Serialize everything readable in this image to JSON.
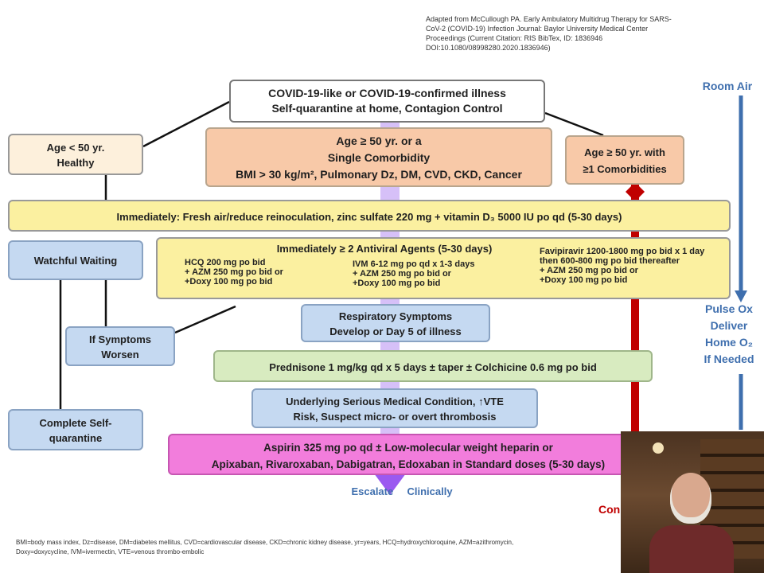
{
  "citation": {
    "lines": [
      "Adapted from McCullough PA.  Early Ambulatory Multidrug Therapy for SARS-",
      "CoV-2 (COVID-19) Infection Journal: Baylor University Medical Center",
      "Proceedings (Current Citation: RIS BibTex, ID: 1836946",
      "DOI:10.1080/08998280.2020.1836946)"
    ]
  },
  "top_box": {
    "line1": "COVID-19-like or COVID-19-confirmed illness",
    "line2": "Self-quarantine at home, Contagion Control"
  },
  "left_branch": {
    "healthy_line1": "Age < 50 yr.",
    "healthy_line2": "Healthy",
    "watchful": "Watchful Waiting",
    "worsen_line1": "If Symptoms",
    "worsen_line2": "Worsen",
    "complete_line1": "Complete Self-",
    "complete_line2": "quarantine"
  },
  "middle_branch": {
    "line1": "Age ≥ 50 yr. or a",
    "line2": "Single Comorbidity",
    "line3": "BMI > 30 kg/m², Pulmonary Dz, DM, CVD, CKD, Cancer"
  },
  "right_branch": {
    "line1": "Age ≥ 50 yr. with",
    "line2": "≥1 Comorbidities"
  },
  "immediate_box": "Immediately:  Fresh air/reduce reinoculation, zinc sulfate 220 mg + vitamin D₃ 5000 IU po qd  (5-30 days)",
  "antiviral": {
    "title": "Immediately ≥ 2 Antiviral Agents (5-30 days)",
    "col1": [
      "HCQ 200 mg po bid",
      "+ AZM 250 mg po bid or",
      "+Doxy 100 mg po bid"
    ],
    "col2": [
      "IVM 6-12 mg po qd x 1-3 days",
      "+ AZM 250 mg po bid or",
      "+Doxy 100 mg po bid"
    ],
    "col3": [
      "Favipiravir 1200-1800 mg po bid x 1 day",
      "then 600-800  mg po bid thereafter",
      "+ AZM 250 mg po bid or",
      "+Doxy 100 mg po bid"
    ]
  },
  "respiratory": {
    "line1": "Respiratory Symptoms",
    "line2": "Develop or Day 5 of illness"
  },
  "prednisone": "Prednisone 1 mg/kg qd x 5 days ± taper ± Colchicine 0.6 mg po bid",
  "underlying": {
    "line1": "Underlying Serious Medical Condition, ↑VTE",
    "line2": "Risk, Suspect micro- or overt thrombosis"
  },
  "aspirin": {
    "line1": "Aspirin 325 mg po qd ± Low-molecular weight heparin or",
    "line2": "Apixaban, Rivaroxaban, Dabigatran, Edoxaban in Standard doses (5-30 days)"
  },
  "escalate": {
    "left": "Escalate",
    "right": "Clinically"
  },
  "side": {
    "room_air": "Room Air",
    "pulse": [
      "Pulse Ox",
      "Deliver",
      "Home O₂",
      "If Needed"
    ],
    "con": "Con"
  },
  "footer": {
    "line1": "BMI=body mass index, Dz=disease, DM=diabetes mellitus, CVD=cardiovascular disease, CKD=chronic kidney disease, yr=years, HCQ=hydroxychloroquine, AZM=azithromycin,",
    "line2": "Doxy=doxycycline, IVM=ivermectin, VTE=venous thrombo-embolic"
  },
  "colors": {
    "cream": "#fdf0dc",
    "peach": "#f8c9a8",
    "yellow": "#fbf0a0",
    "blue": "#c5d9f1",
    "green": "#d8ebc0",
    "magenta": "#f27ddc",
    "purple": "#9b59f0",
    "red": "#c00000",
    "side_blue": "#3f6fae"
  }
}
